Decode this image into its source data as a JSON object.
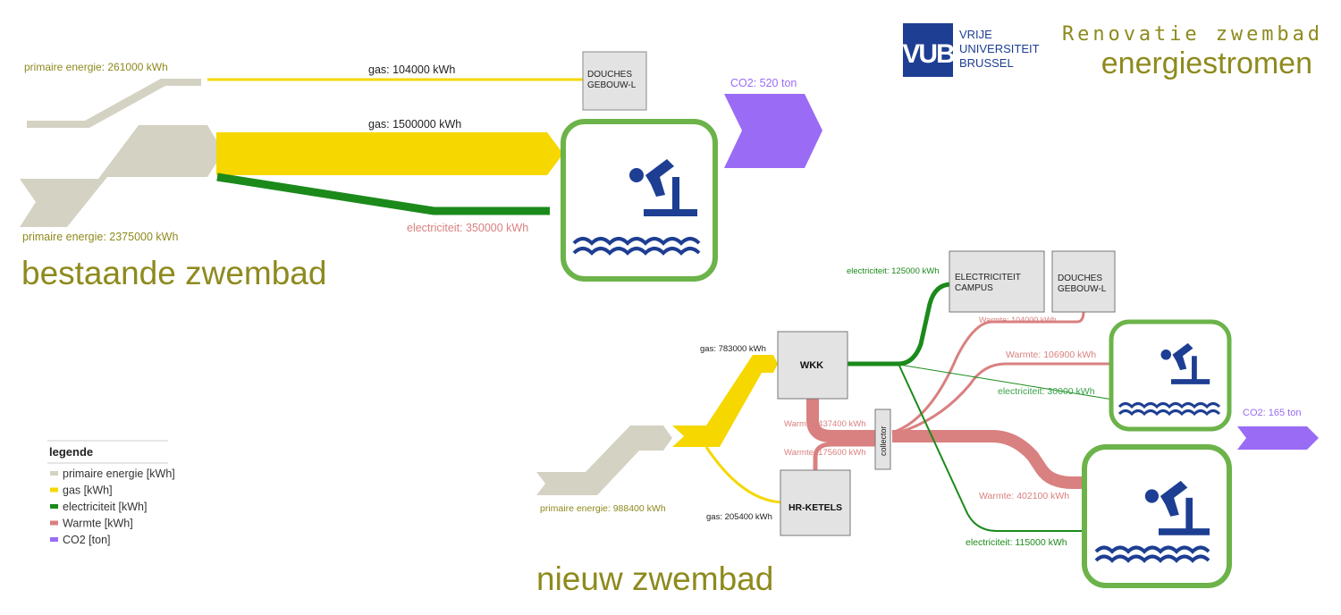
{
  "header": {
    "logo_mark": "VUB",
    "logo_line1": "VRIJE",
    "logo_line2": "UNIVERSITEIT",
    "logo_line3": "BRUSSEL",
    "title_line1": "Renovatie zwembad",
    "title_line2": "energiestromen"
  },
  "colors": {
    "primary": "#d4d2c2",
    "gas": "#f6d700",
    "electricity": "#1b8a1b",
    "heat": "#d98080",
    "co2": "#9a6cf5",
    "olive": "#8e8a1e",
    "vub_blue": "#1d3e92",
    "pool_green": "#6cb34a"
  },
  "existing": {
    "heading": "bestaande zwembad",
    "primary_small_label": "primaire energie: 261000 kWh",
    "primary_big_label": "primaire energie: 2375000 kWh",
    "gas_small_label": "gas: 104000 kWh",
    "gas_big_label": "gas: 1500000 kWh",
    "electricity_label": "electriciteit: 350000 kWh",
    "co2_label": "CO2: 520 ton",
    "box_douches": [
      "DOUCHES",
      "GEBOUW-L"
    ]
  },
  "new": {
    "heading": "nieuw zwembad",
    "primary_label": "primaire energie: 988400 kWh",
    "gas_wkk_label": "gas: 783000 kWh",
    "gas_hr_label": "gas: 205400 kWh",
    "wkk_label": "WKK",
    "hr_label": "HR-KETELS",
    "collector_label": "collector",
    "box_electricity": [
      "ELECTRICITEIT",
      "CAMPUS"
    ],
    "box_douches": [
      "DOUCHES",
      "GEBOUW-L"
    ],
    "elec_campus_label": "electriciteit: 125000 kWh",
    "heat_wkk_label": "Warmte: 437400 kWh",
    "heat_hr_label": "Warmte: 175600 kWh",
    "heat_douches_label": "Warmte: 104000 kWh",
    "heat_small_pool_label": "Warmte: 106900 kWh",
    "elec_small_pool_label": "electriciteit: 30000 kWh",
    "heat_big_pool_label": "Warmte: 402100 kWh",
    "elec_big_pool_label": "electriciteit: 115000 kWh",
    "co2_label": "CO2: 165 ton"
  },
  "legend": {
    "title": "legende",
    "items": [
      {
        "label": "primaire energie [kWh]",
        "color": "#d4d2c2"
      },
      {
        "label": "gas [kWh]",
        "color": "#f6d700"
      },
      {
        "label": "electriciteit [kWh]",
        "color": "#1b8a1b"
      },
      {
        "label": "Warmte [kWh]",
        "color": "#d98080"
      },
      {
        "label": "CO2 [ton]",
        "color": "#9a6cf5"
      }
    ]
  }
}
